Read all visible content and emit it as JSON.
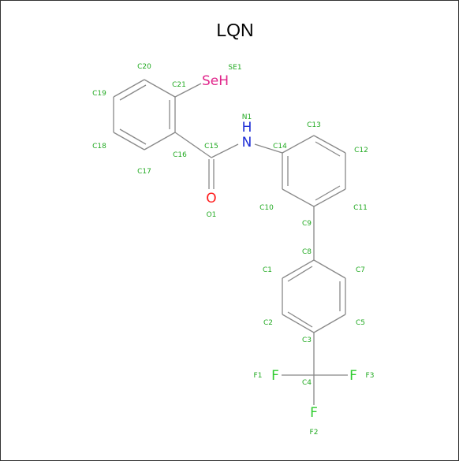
{
  "title": "LQN",
  "colors": {
    "bond": "#888888",
    "label": "#22aa22",
    "selenium": "#e0248a",
    "nitrogen": "#1f2fd6",
    "oxygen": "#ff1a1a",
    "fluorine": "#2ecc2e"
  },
  "atoms": {
    "se": "SeH",
    "se_label": "SE1",
    "n": "N",
    "h": "H",
    "n_label": "N1",
    "o": "O",
    "o_label": "O1",
    "f1": "F",
    "f1_label": "F1",
    "f2": "F",
    "f2_label": "F2",
    "f3": "F",
    "f3_label": "F3"
  },
  "carbon_labels": {
    "c1": "C1",
    "c2": "C2",
    "c3": "C3",
    "c4": "C4",
    "c5": "C5",
    "c7": "C7",
    "c8": "C8",
    "c9": "C9",
    "c10": "C10",
    "c11": "C11",
    "c12": "C12",
    "c13": "C13",
    "c14": "C14",
    "c15": "C15",
    "c16": "C16",
    "c17": "C17",
    "c18": "C18",
    "c19": "C19",
    "c20": "C20",
    "c21": "C21"
  }
}
